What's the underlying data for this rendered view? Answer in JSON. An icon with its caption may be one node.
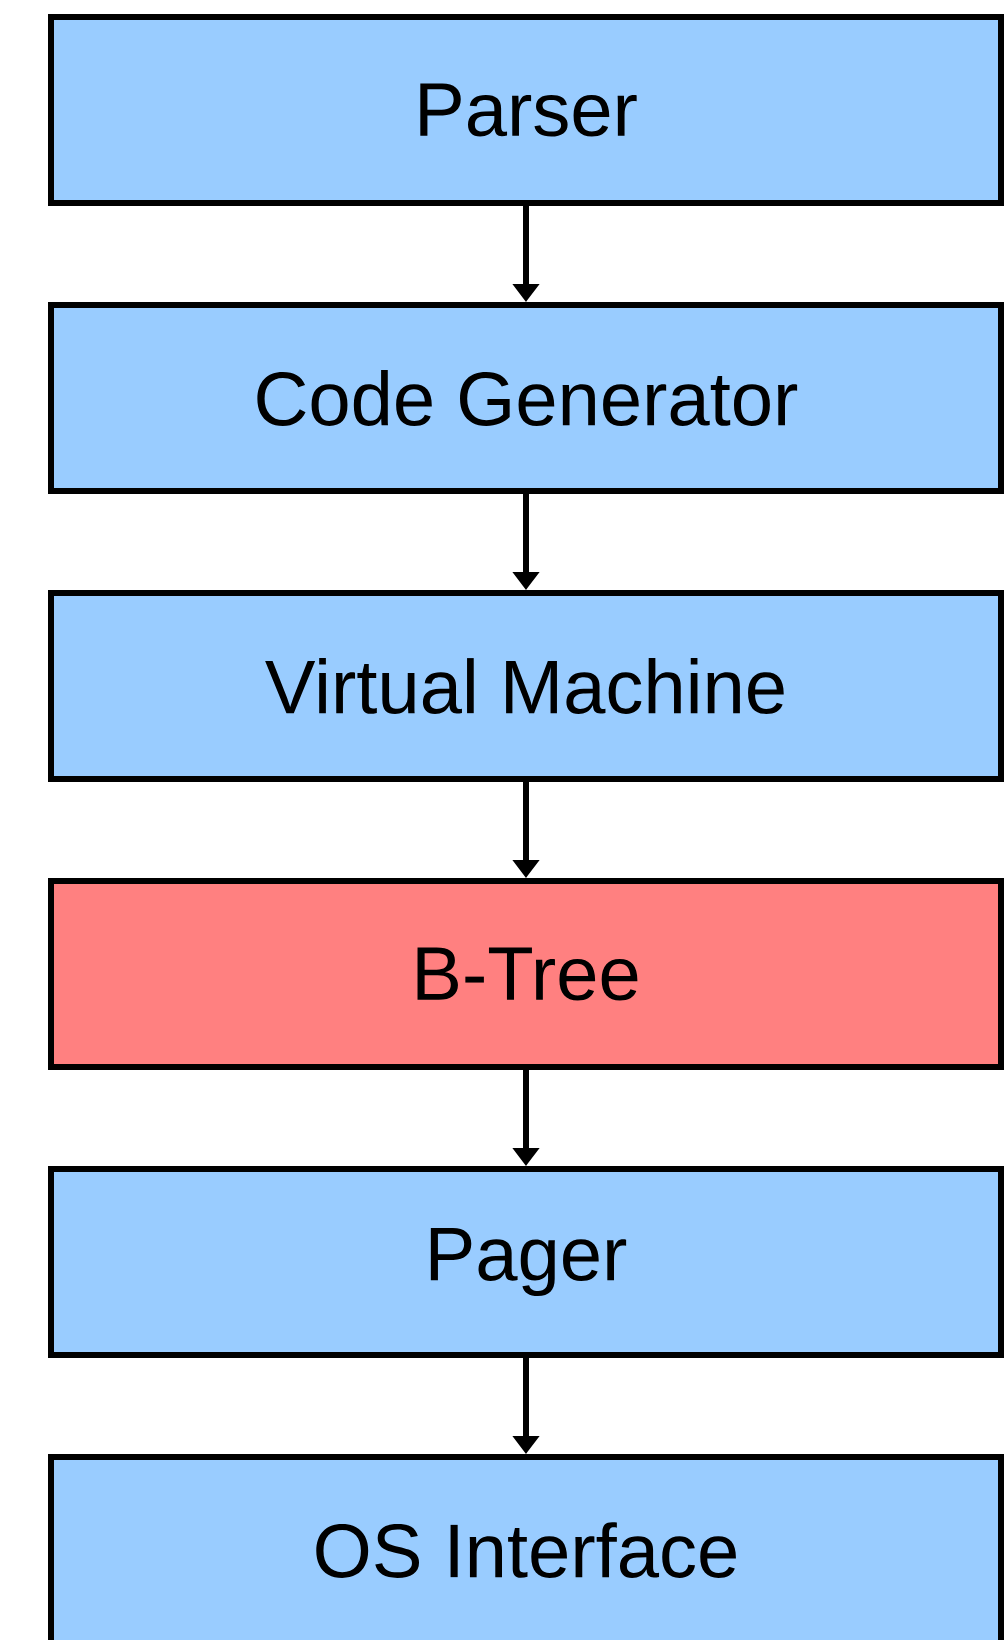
{
  "diagram": {
    "nodes": [
      {
        "text": [
          "Parser"
        ]
      },
      {
        "text": [
          "Code Generator"
        ]
      },
      {
        "text": [
          "Virtual Machine"
        ]
      },
      {
        "text": [
          "B-Tree"
        ]
      },
      {
        "text": [
          "Pager"
        ]
      },
      {
        "text": [
          "OS Interface"
        ]
      }
    ],
    "edges": [
      {
        "from": 0,
        "to": 1,
        "arrow": "to"
      },
      {
        "from": 1,
        "to": 2,
        "arrow": "to"
      },
      {
        "from": 2,
        "to": 3,
        "arrow": "to"
      },
      {
        "from": 3,
        "to": 4,
        "arrow": "to"
      },
      {
        "from": 4,
        "to": 5,
        "arrow": "to"
      }
    ]
  }
}
